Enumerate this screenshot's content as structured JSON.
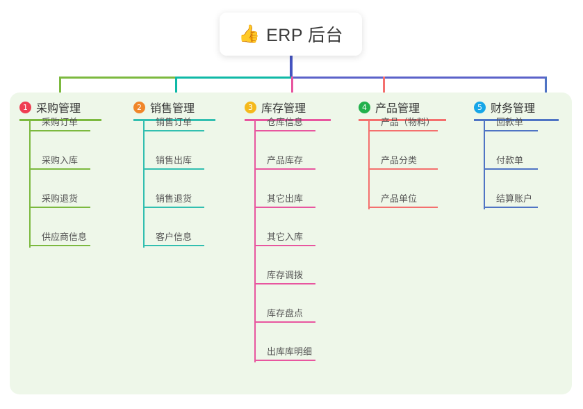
{
  "root": {
    "icon": "thumbs-up-icon",
    "emoji": "👍",
    "title": "ERP 后台"
  },
  "palette": {
    "page_bg": "#ffffff",
    "panel_bg": "#eef7e9",
    "root_bar": "#4453c0",
    "trunk_left_green": "#7cb93f",
    "trunk_mid_teal": "#0fb9a6",
    "trunk_right_blue": "#5b62c9"
  },
  "columns": [
    {
      "index": "1",
      "badge_color": "#ef3e52",
      "title": "采购管理",
      "line_color": "#7cb93f",
      "drop_color": "#7cb93f",
      "items": [
        "采购订单",
        "采购入库",
        "采购退货",
        "供应商信息"
      ]
    },
    {
      "index": "2",
      "badge_color": "#f0862a",
      "title": "销售管理",
      "line_color": "#32bfb0",
      "drop_color": "#0fb9a6",
      "items": [
        "销售订单",
        "销售出库",
        "销售退货",
        "客户信息"
      ]
    },
    {
      "index": "3",
      "badge_color": "#f5b91c",
      "title": "库存管理",
      "line_color": "#e8569f",
      "drop_color": "#e8569f",
      "items": [
        "仓库信息",
        "产品库存",
        "其它出库",
        "其它入库",
        "库存调拨",
        "库存盘点",
        "出库库明细"
      ]
    },
    {
      "index": "4",
      "badge_color": "#22b14c",
      "title": "产品管理",
      "line_color": "#f4706e",
      "drop_color": "#f4706e",
      "items": [
        "产品（物料）",
        "产品分类",
        "产品单位"
      ]
    },
    {
      "index": "5",
      "badge_color": "#16a6e8",
      "title": "财务管理",
      "line_color": "#4f74c4",
      "drop_color": "#4f74c4",
      "items": [
        "回款单",
        "付款单",
        "结算账户"
      ]
    }
  ]
}
